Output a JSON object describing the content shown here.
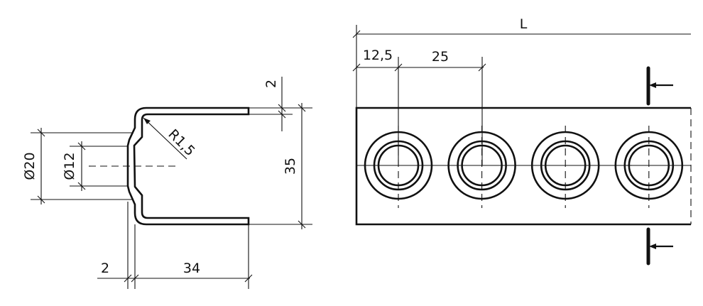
{
  "section_view": {
    "dim_outer_diameter": "Ø20",
    "dim_inner_diameter": "Ø12",
    "dim_radius": "R1,5",
    "dim_wall_thickness_top": "2",
    "dim_height": "35",
    "dim_wall_thickness_bottom": "2",
    "dim_depth": "34"
  },
  "top_view": {
    "dim_length": "L",
    "dim_first_offset": "12,5",
    "dim_pitch": "25",
    "hole_count": 4
  },
  "colors": {
    "line": "#111111",
    "background": "#ffffff"
  }
}
